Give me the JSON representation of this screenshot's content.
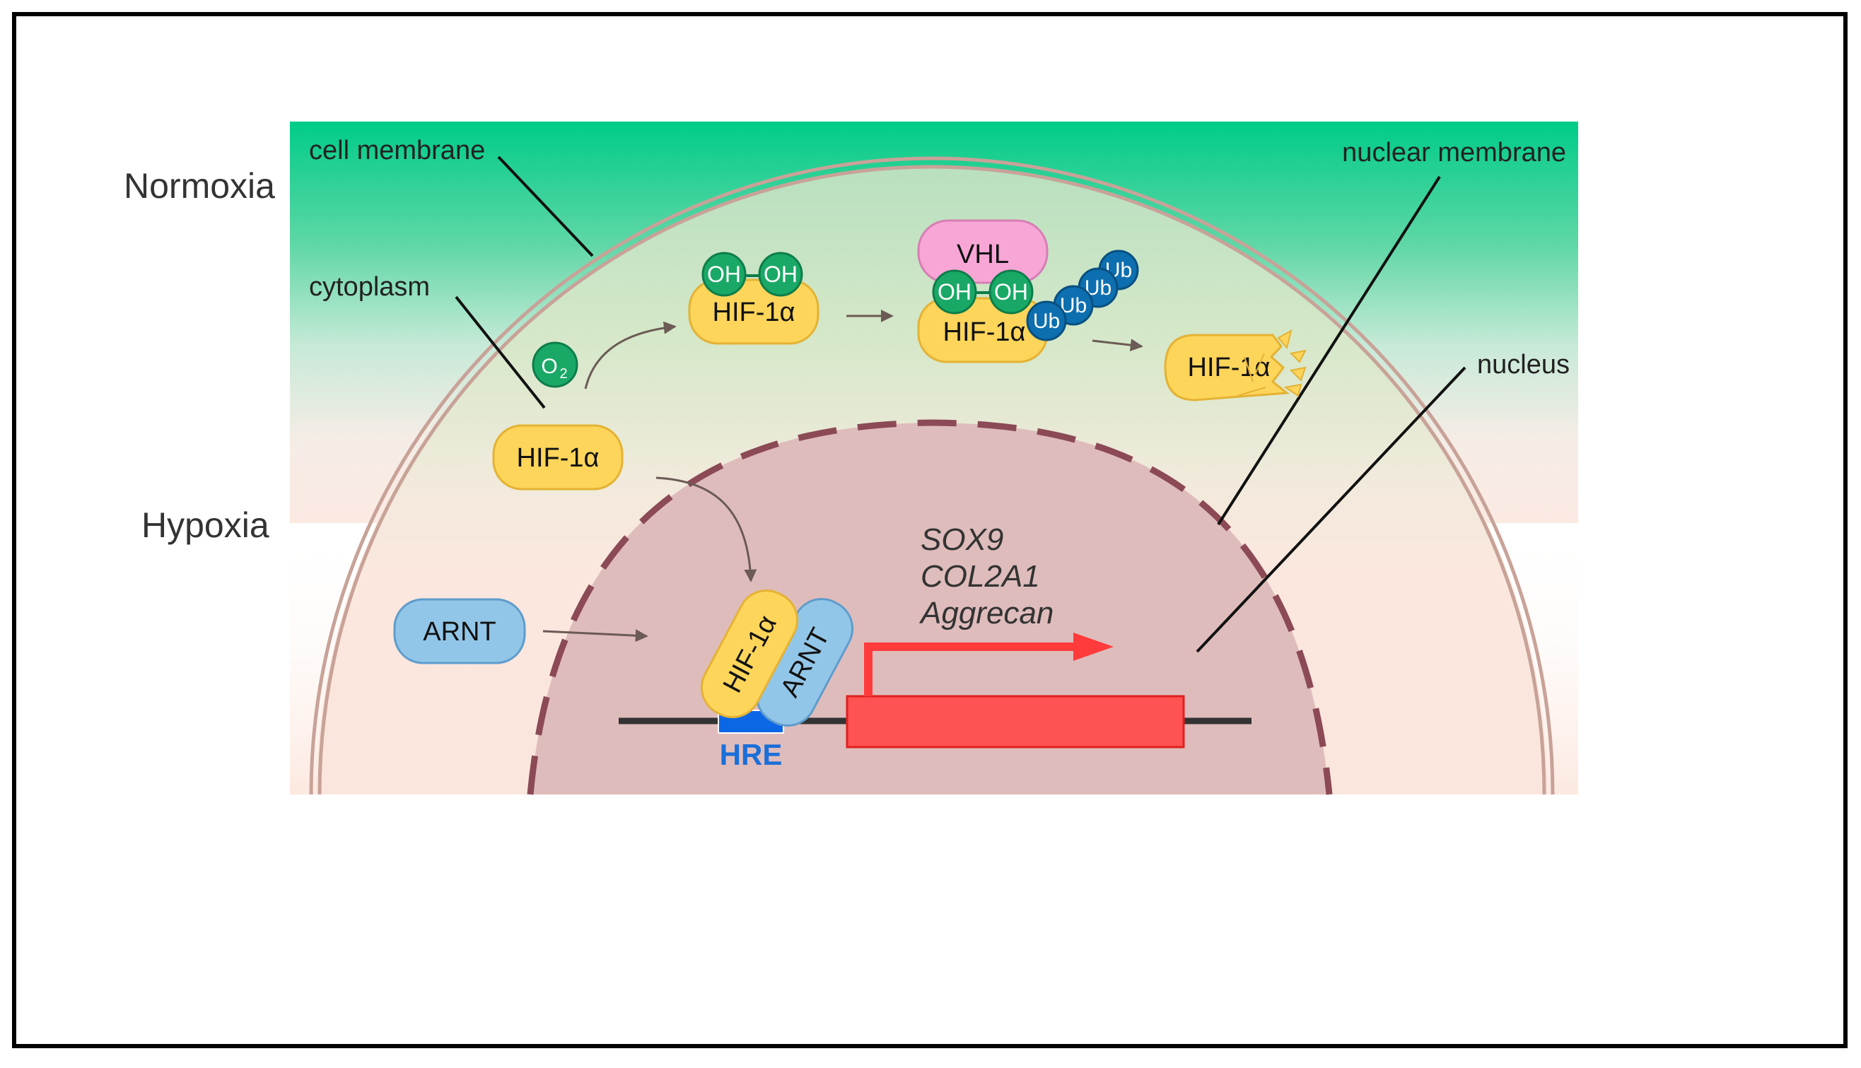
{
  "labels": {
    "normoxia": "Normoxia",
    "hypoxia": "Hypoxia",
    "cell_membrane": "cell membrane",
    "cytoplasm": "cytoplasm",
    "nuclear_membrane": "nuclear membrane",
    "nucleus": "nucleus"
  },
  "proteins": {
    "hif": "HIF-1α",
    "arnt": "ARNT",
    "vhl": "VHL",
    "oh": "OH",
    "ub": "Ub",
    "o2_main": "O",
    "o2_sub": "2"
  },
  "genes": [
    "SOX9",
    "COL2A1",
    "Aggrecan"
  ],
  "hre": "HRE",
  "colors": {
    "normoxia_top": "#00cc88",
    "hypoxia_bg": "#fbeae2",
    "membrane": "#c8a298",
    "nucleus_fill": "#dfbcbc",
    "nuclear_membrane": "#8b4a55",
    "hif_fill": "#fdd55a",
    "arnt_fill": "#92c6e8",
    "vhl_fill": "#f7a6d6",
    "oh_fill": "#1aa866",
    "ub_fill": "#0d6fb0",
    "gene_box": "#ff5252",
    "hre_box": "#0c67e6"
  }
}
